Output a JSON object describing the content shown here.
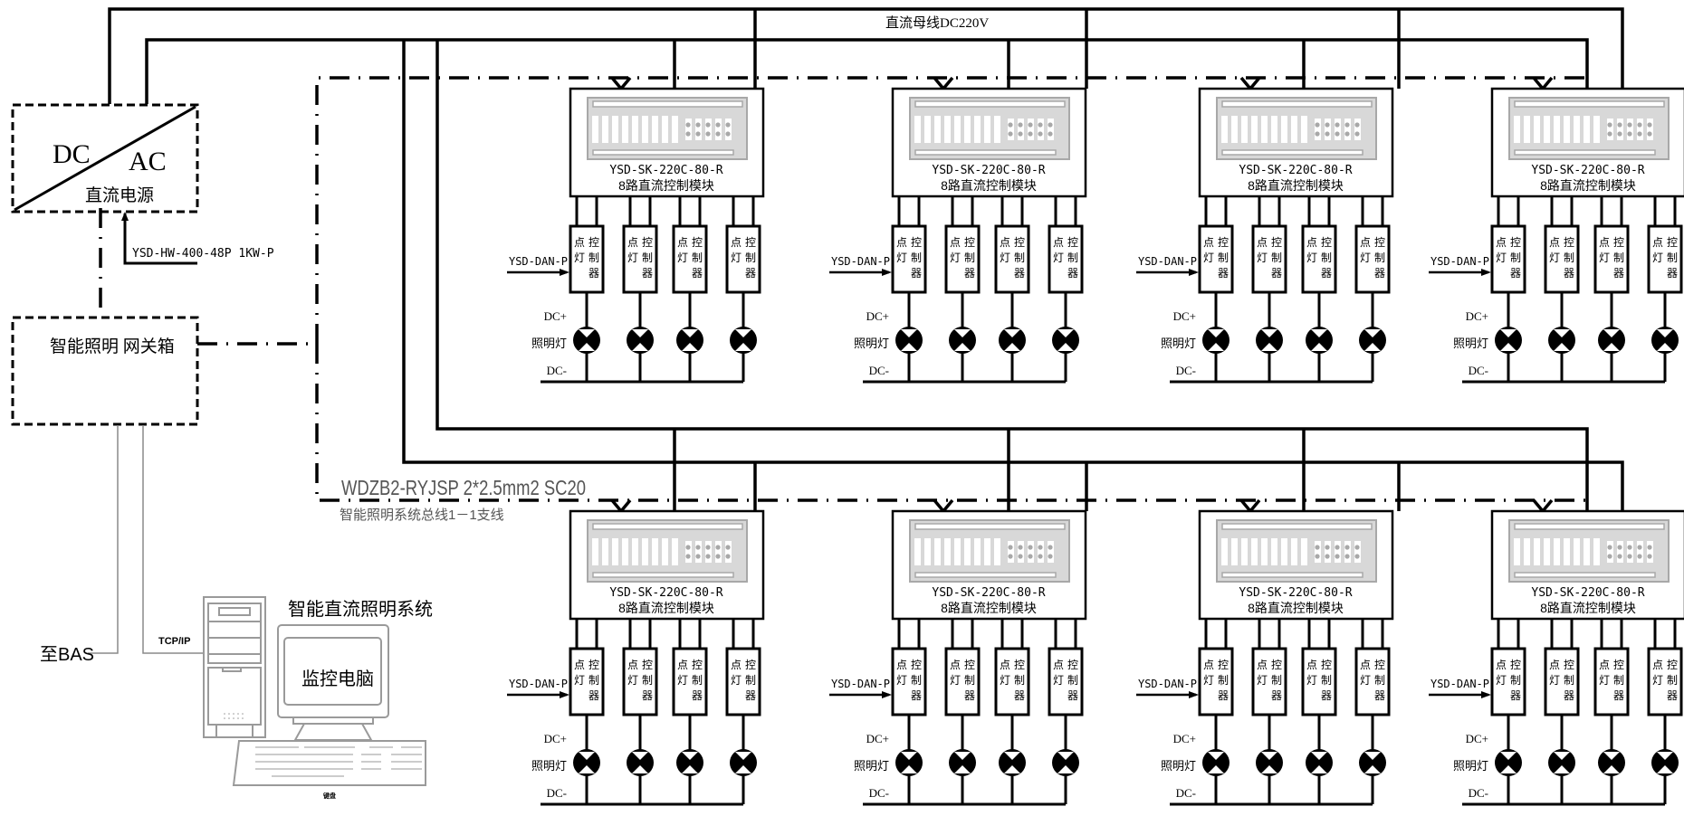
{
  "title": "智能直流照明系统",
  "bus": {
    "dc_bus_label": "直流母线DC220V"
  },
  "power_supply": {
    "left_label": "DC",
    "right_label": "AC",
    "name": "直流电源",
    "model": "YSD-HW-400-48P 1KW-P"
  },
  "gateway": {
    "name": "智能照明 网关箱"
  },
  "cable": {
    "spec": "WDZB2-RYJSP 2*2.5mm2  SC20",
    "branch": "智能照明系统总线1－1支线"
  },
  "computer": {
    "system_title": "智能直流照明系统",
    "screen_label": "监控电脑",
    "keyboard_caption": "键盘",
    "bas_label": "至BAS",
    "tcpip_label": "TCP/IP"
  },
  "module_template": {
    "model": "YSD-SK-220C-80-R",
    "name": "8路直流控制模块",
    "input_label": "YSD-DAN-P",
    "dc_plus": "DC+",
    "dc_minus": "DC-",
    "lamp_label": "照明灯",
    "controller_col1": [
      "点",
      "灯"
    ],
    "controller_col2": [
      "控",
      "制",
      "器"
    ]
  },
  "modules": [
    {
      "row": "top",
      "index": 1
    },
    {
      "row": "top",
      "index": 2
    },
    {
      "row": "top",
      "index": 3
    },
    {
      "row": "top",
      "index": 4
    },
    {
      "row": "bottom",
      "index": 1
    },
    {
      "row": "bottom",
      "index": 2
    },
    {
      "row": "bottom",
      "index": 3
    },
    {
      "row": "bottom",
      "index": 4
    }
  ],
  "controllers_per_module": 4,
  "colors": {
    "line": "#000000",
    "device_gray": "#a8a8a8",
    "cable_text": "#555555"
  }
}
